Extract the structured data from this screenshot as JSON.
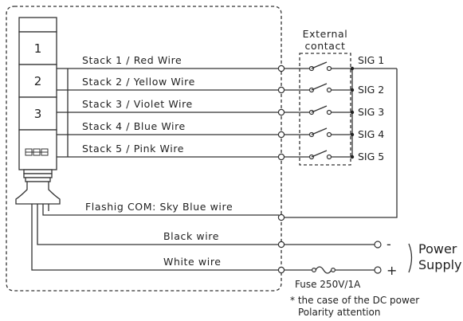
{
  "tower": {
    "segments": [
      "1",
      "2",
      "3"
    ]
  },
  "external_contact": {
    "line1": "External",
    "line2": "contact"
  },
  "wires": [
    {
      "label": "Stack 1 / Red Wire",
      "signal": "SIG 1"
    },
    {
      "label": "Stack 2 / Yellow Wire",
      "signal": "SIG 2"
    },
    {
      "label": "Stack 3 / Violet Wire",
      "signal": "SIG 3"
    },
    {
      "label": "Stack 4 / Blue Wire",
      "signal": "SIG 4"
    },
    {
      "label": "Stack 5 / Pink Wire",
      "signal": "SIG 5"
    }
  ],
  "com_wire": "Flashig COM: Sky Blue wire",
  "black_wire": "Black wire",
  "white_wire": "White wire",
  "polarity": {
    "minus": "-",
    "plus": "+"
  },
  "power_supply": {
    "line1": "Power",
    "line2": "Supply"
  },
  "fuse": "Fuse 250V/1A",
  "notes": {
    "line1": "* the case of the DC power",
    "line2": "Polarity attention"
  }
}
